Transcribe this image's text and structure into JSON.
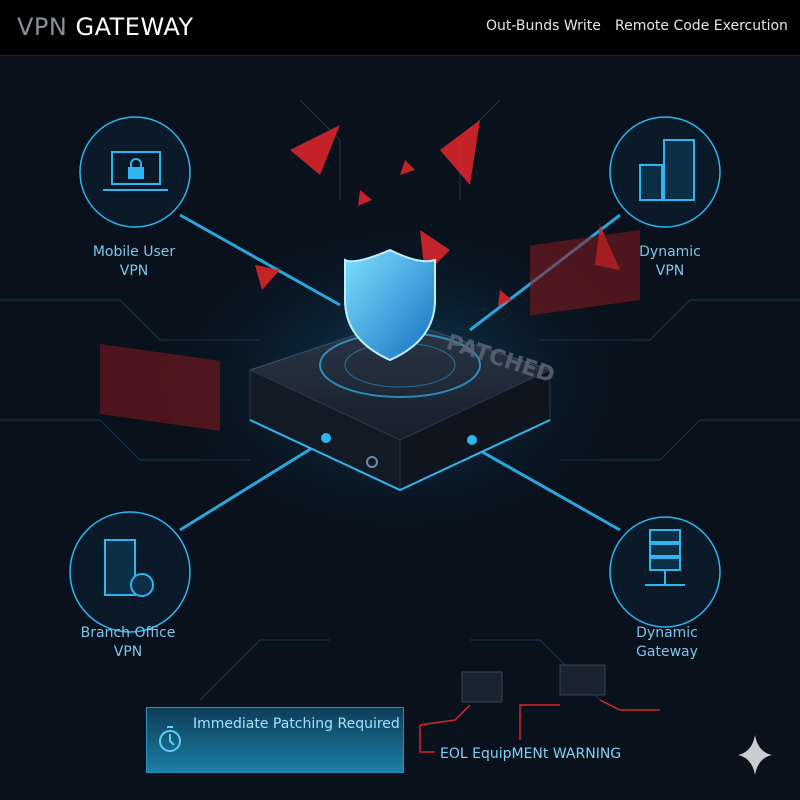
{
  "header": {
    "title_part1": "VPN",
    "title_part2": "GATEWAY",
    "nav": [
      "Out-Bunds Write",
      "Remote Code Exercution"
    ]
  },
  "nodes": {
    "mobile_user": {
      "line1": "Mobile User",
      "line2": "VPN",
      "icon": "laptop-lock-icon"
    },
    "dynamic_vpn": {
      "line1": "Dynamic",
      "line2": "VPN",
      "icon": "buildings-icon"
    },
    "branch_office": {
      "line1": "Branch Office",
      "line2": "VPN",
      "icon": "server-gear-icon"
    },
    "dynamic_gateway": {
      "line1": "Dynamic",
      "line2": "Gateway",
      "icon": "server-network-icon"
    }
  },
  "center": {
    "stamp": "PATCHED",
    "icon": "shield-icon"
  },
  "alert": {
    "text": "Immediate Patching Required",
    "icon": "stopwatch-icon"
  },
  "warning": {
    "text": "EOL EquipMENt WARNING"
  },
  "colors": {
    "accent": "#2fb6f0",
    "threat": "#d8262a",
    "bg": "#08111c"
  }
}
